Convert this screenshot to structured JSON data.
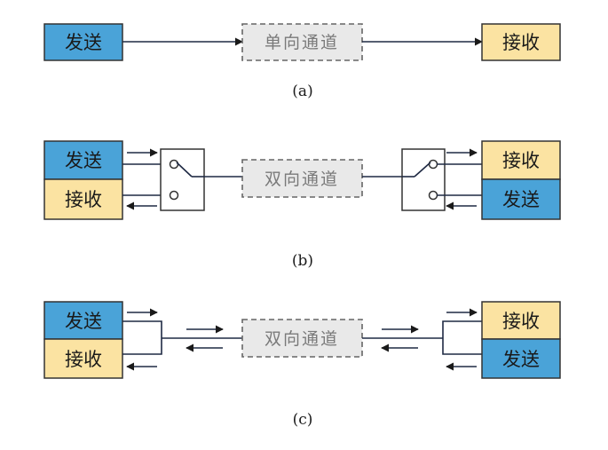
{
  "colors": {
    "send_box": "#4aa3d8",
    "recv_box": "#fbe3a2",
    "channel_fill": "#e9e9e9",
    "channel_border": "#666666",
    "line": "#1f2a44"
  },
  "labels": {
    "send": "发送",
    "receive": "接收",
    "simplex_channel": "单向通道",
    "duplex_channel": "双向通道"
  },
  "captions": {
    "a": "(a)",
    "b": "(b)",
    "c": "(c)"
  },
  "icons": [
    "arrow-right-icon",
    "arrow-left-icon",
    "switch-icon"
  ]
}
